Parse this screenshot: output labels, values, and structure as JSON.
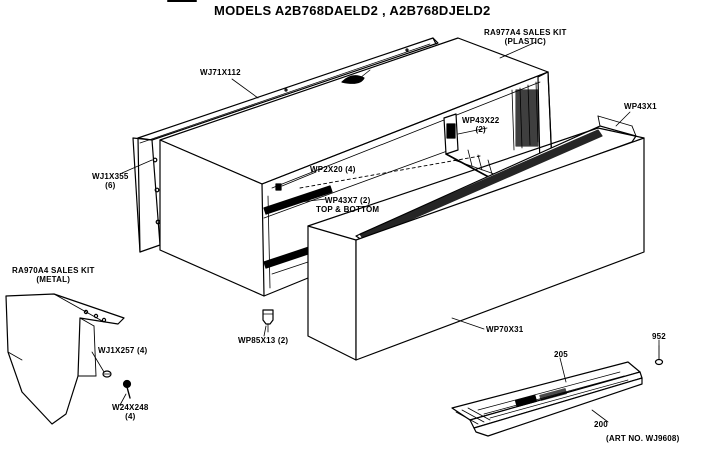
{
  "title": "MODELS A2B768DAELD2 , A2B768DJELD2",
  "labels": {
    "sales_kit_plastic_1": "RA977A4 SALES KIT",
    "sales_kit_plastic_2": "(PLASTIC)",
    "wj71x112": "WJ71X112",
    "wp43x22_1": "WP43X22",
    "wp43x22_2": "(2)",
    "wp43x1": "WP43X1",
    "wj1x355_1": "WJ1X355",
    "wj1x355_2": "(6)",
    "wp2x20": "WP2X20 (4)",
    "wp43x7": "WP43X7 (2)",
    "top_bottom": "TOP & BOTTOM",
    "sales_kit_metal_1": "RA970A4 SALES KIT",
    "sales_kit_metal_2": "(METAL)",
    "wj1x257": "WJ1X257 (4)",
    "w24x248_1": "W24X248",
    "w24x248_2": "(4)",
    "wp85x13": "WP85X13 (2)",
    "wp70x31": "WP70X31",
    "n205": "205",
    "n952": "952",
    "n200": "200",
    "art_no": "(ART NO. WJ9608)"
  }
}
